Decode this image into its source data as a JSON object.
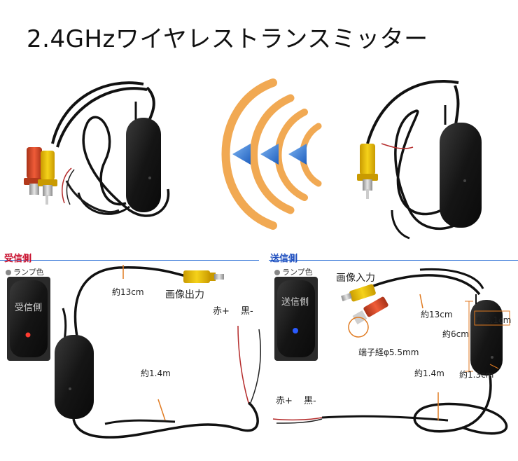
{
  "title": "2.4GHzワイヤレストランスミッター",
  "receiver": {
    "section_label": "受信側",
    "lamp_label": "ランプ色",
    "box_label": "受信側",
    "lamp_color": "#ff3b30",
    "cable_short": "約13cm",
    "video_out": "画像出力",
    "red_plus": "赤+",
    "black_minus": "黒-",
    "cable_long": "約1.4m"
  },
  "transmitter": {
    "section_label": "送信側",
    "lamp_label": "ランプ色",
    "box_label": "送信側",
    "lamp_color": "#2a5bff",
    "video_in": "画像入力",
    "cable_short": "約13cm",
    "terminal_diameter": "端子経φ5.5mm",
    "width": "約3.1cm",
    "length": "約6cm",
    "thickness": "約1.3cm",
    "cable_long": "約1.4m",
    "red_plus": "赤+",
    "black_minus": "黒-"
  },
  "colors": {
    "wave_orange": "#f0a040",
    "arrow_blue": "#2f78d8",
    "rca_yellow": "#f2c200",
    "rca_red": "#e04a2a",
    "device_black": "#1a1a1a",
    "section_red": "#c8102e",
    "section_blue": "#1f4fbf"
  }
}
